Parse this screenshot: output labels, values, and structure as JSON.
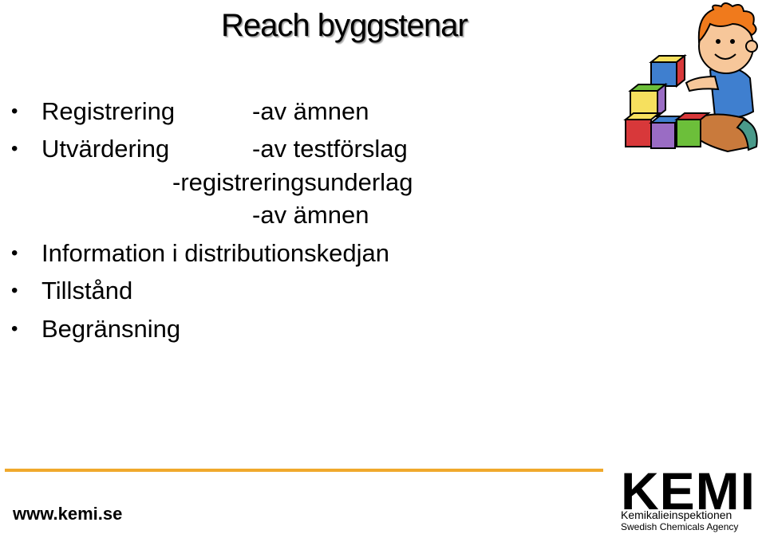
{
  "title": "Reach byggstenar",
  "lines": {
    "l1": {
      "left": "Registrering",
      "right": "-av ämnen"
    },
    "l2": {
      "left": "Utvärdering",
      "right": "-av testförslag"
    },
    "l3": {
      "indent": "-registreringsunderlag"
    },
    "l4": {
      "right": "-av ämnen"
    },
    "l5": {
      "left": "Information i distributionskedjan"
    },
    "l6": {
      "left": "Tillstånd"
    },
    "l7": {
      "left": "Begränsning"
    }
  },
  "bullet_glyph": "•",
  "footer": {
    "url": "www.kemi.se",
    "logo_word": "KEMI",
    "logo_sub1": "Kemikalieinspektionen",
    "logo_sub2": "Swedish Chemicals Agency",
    "accent_color": "#f0a92c"
  },
  "illustration": {
    "icon": "child-playing-with-blocks-icon"
  }
}
